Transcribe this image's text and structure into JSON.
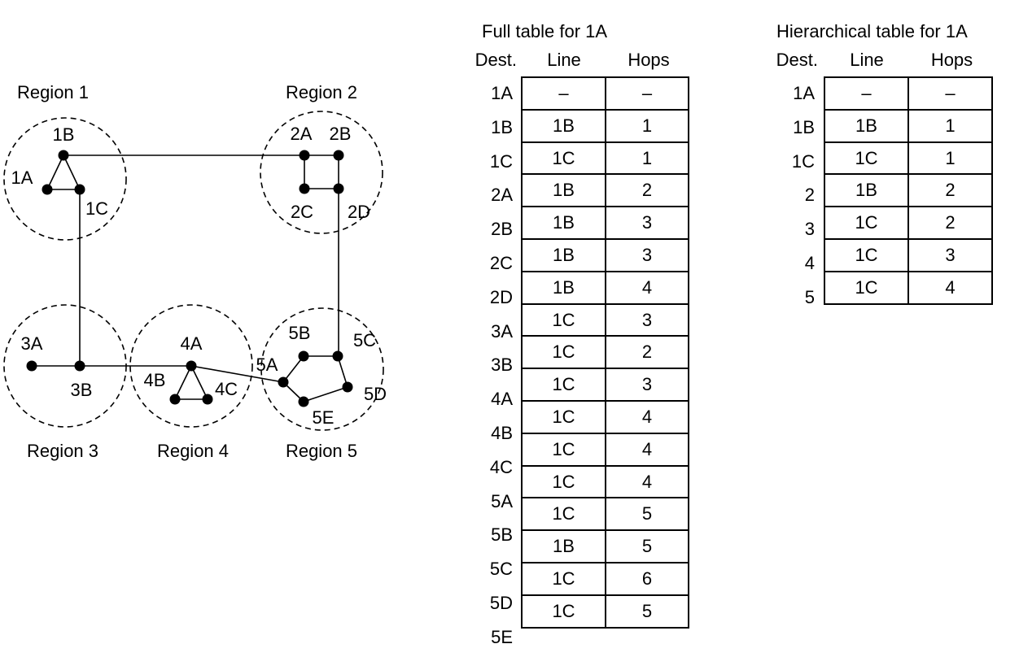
{
  "diagram": {
    "regions": [
      {
        "id": "1",
        "label": "Region 1"
      },
      {
        "id": "2",
        "label": "Region 2"
      },
      {
        "id": "3",
        "label": "Region 3"
      },
      {
        "id": "4",
        "label": "Region 4"
      },
      {
        "id": "5",
        "label": "Region 5"
      }
    ],
    "nodes": [
      "1A",
      "1B",
      "1C",
      "2A",
      "2B",
      "2C",
      "2D",
      "3A",
      "3B",
      "4A",
      "4B",
      "4C",
      "5A",
      "5B",
      "5C",
      "5D",
      "5E"
    ],
    "links": [
      [
        "1A",
        "1B"
      ],
      [
        "1A",
        "1C"
      ],
      [
        "1B",
        "1C"
      ],
      [
        "1B",
        "2A"
      ],
      [
        "2A",
        "2B"
      ],
      [
        "2A",
        "2C"
      ],
      [
        "2C",
        "2D"
      ],
      [
        "2B",
        "2D"
      ],
      [
        "1C",
        "3B"
      ],
      [
        "3A",
        "3B"
      ],
      [
        "3B",
        "4A"
      ],
      [
        "4A",
        "4B"
      ],
      [
        "4A",
        "4C"
      ],
      [
        "4B",
        "4C"
      ],
      [
        "4A",
        "5A"
      ],
      [
        "2D",
        "5C"
      ],
      [
        "5A",
        "5B"
      ],
      [
        "5B",
        "5C"
      ],
      [
        "5C",
        "5D"
      ],
      [
        "5D",
        "5E"
      ],
      [
        "5E",
        "5A"
      ]
    ]
  },
  "full_table": {
    "title": "Full table for 1A",
    "headers": {
      "dest": "Dest.",
      "line": "Line",
      "hops": "Hops"
    },
    "rows": [
      {
        "dest": "1A",
        "line": "–",
        "hops": "–"
      },
      {
        "dest": "1B",
        "line": "1B",
        "hops": "1"
      },
      {
        "dest": "1C",
        "line": "1C",
        "hops": "1"
      },
      {
        "dest": "2A",
        "line": "1B",
        "hops": "2"
      },
      {
        "dest": "2B",
        "line": "1B",
        "hops": "3"
      },
      {
        "dest": "2C",
        "line": "1B",
        "hops": "3"
      },
      {
        "dest": "2D",
        "line": "1B",
        "hops": "4"
      },
      {
        "dest": "3A",
        "line": "1C",
        "hops": "3"
      },
      {
        "dest": "3B",
        "line": "1C",
        "hops": "2"
      },
      {
        "dest": "4A",
        "line": "1C",
        "hops": "3"
      },
      {
        "dest": "4B",
        "line": "1C",
        "hops": "4"
      },
      {
        "dest": "4C",
        "line": "1C",
        "hops": "4"
      },
      {
        "dest": "5A",
        "line": "1C",
        "hops": "4"
      },
      {
        "dest": "5B",
        "line": "1C",
        "hops": "5"
      },
      {
        "dest": "5C",
        "line": "1B",
        "hops": "5"
      },
      {
        "dest": "5D",
        "line": "1C",
        "hops": "6"
      },
      {
        "dest": "5E",
        "line": "1C",
        "hops": "5"
      }
    ]
  },
  "hier_table": {
    "title": "Hierarchical table for 1A",
    "headers": {
      "dest": "Dest.",
      "line": "Line",
      "hops": "Hops"
    },
    "rows": [
      {
        "dest": "1A",
        "line": "–",
        "hops": "–"
      },
      {
        "dest": "1B",
        "line": "1B",
        "hops": "1"
      },
      {
        "dest": "1C",
        "line": "1C",
        "hops": "1"
      },
      {
        "dest": "2",
        "line": "1B",
        "hops": "2"
      },
      {
        "dest": "3",
        "line": "1C",
        "hops": "2"
      },
      {
        "dest": "4",
        "line": "1C",
        "hops": "3"
      },
      {
        "dest": "5",
        "line": "1C",
        "hops": "4"
      }
    ]
  }
}
